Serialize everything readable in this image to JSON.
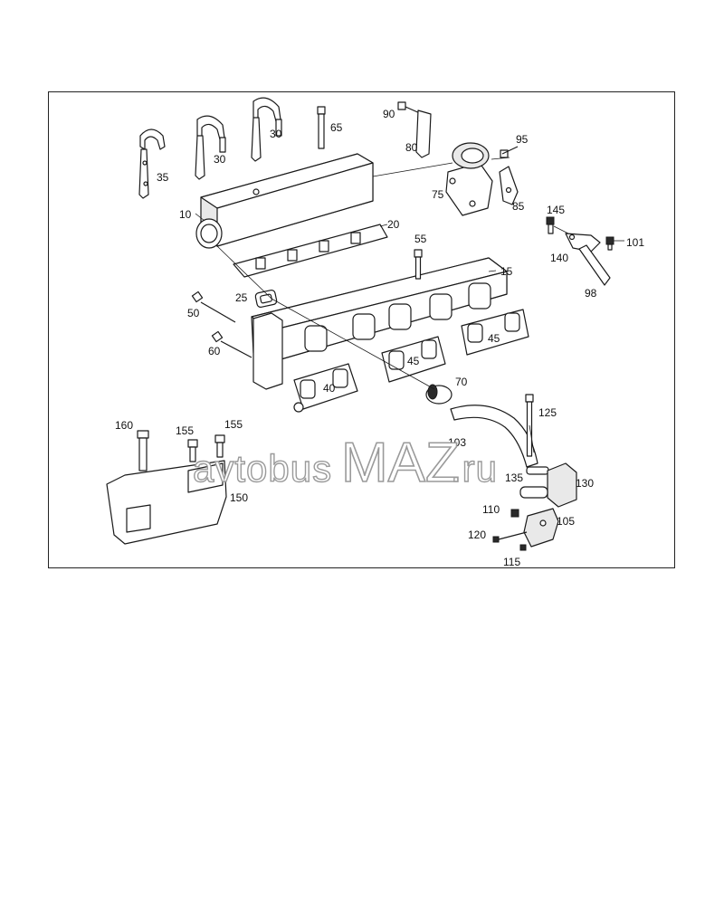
{
  "diagram": {
    "callouts": {
      "c10": "10",
      "c15": "15",
      "c20": "20",
      "c25": "25",
      "c30a": "30",
      "c30b": "30",
      "c35": "35",
      "c40": "40",
      "c45a": "45",
      "c45b": "45",
      "c50": "50",
      "c55": "55",
      "c60": "60",
      "c65": "65",
      "c70": "70",
      "c75": "75",
      "c80": "80",
      "c85": "85",
      "c90": "90",
      "c95": "95",
      "c98": "98",
      "c101": "101",
      "c103": "103",
      "c105": "105",
      "c110": "110",
      "c115": "115",
      "c120": "120",
      "c125": "125",
      "c130": "130",
      "c135": "135",
      "c140": "140",
      "c145": "145",
      "c150": "150",
      "c155a": "155",
      "c155b": "155",
      "c160": "160"
    }
  },
  "watermark": {
    "left": "avtobus",
    "brand": "MAZ",
    "right": ".ru"
  }
}
